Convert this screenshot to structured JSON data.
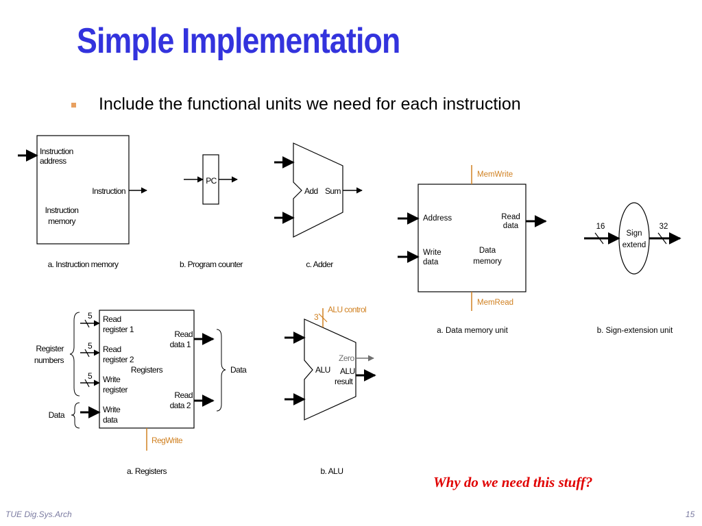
{
  "slide": {
    "title": "Simple Implementation",
    "bullet": "Include the functional units we need for each instruction",
    "question": "Why do we need this stuff?",
    "footer_left": "TUE Dig.Sys.Arch",
    "page_number": "15"
  },
  "colors": {
    "title": "#3333dd",
    "bullet_marker": "#e8a060",
    "control_signal": "#d08020",
    "question": "#e00000",
    "footer": "#7a7aa0",
    "zero_signal": "#707070"
  },
  "diagram": {
    "instruction_memory": {
      "input_label_1": "Instruction",
      "input_label_2": "address",
      "output_label": "Instruction",
      "name_1": "Instruction",
      "name_2": "memory",
      "caption": "a. Instruction memory"
    },
    "program_counter": {
      "label": "PC",
      "caption": "b. Program counter"
    },
    "adder": {
      "add_label": "Add",
      "sum_label": "Sum",
      "caption": "c. Adder"
    },
    "data_memory": {
      "write_signal": "MemWrite",
      "read_signal": "MemRead",
      "address_label": "Address",
      "read_data_1": "Read",
      "read_data_2": "data",
      "write_data_1": "Write",
      "write_data_2": "data",
      "name_1": "Data",
      "name_2": "memory",
      "caption": "a. Data memory unit"
    },
    "sign_extend": {
      "input_bits": "16",
      "output_bits": "32",
      "name_1": "Sign",
      "name_2": "extend",
      "caption": "b. Sign-extension unit"
    },
    "registers": {
      "read_reg1_1": "Read",
      "read_reg1_2": "register 1",
      "read_reg2_1": "Read",
      "read_reg2_2": "register 2",
      "write_reg_1": "Write",
      "write_reg_2": "register",
      "write_data_1": "Write",
      "write_data_2": "data",
      "read_data1_1": "Read",
      "read_data1_2": "data 1",
      "read_data2_1": "Read",
      "read_data2_2": "data 2",
      "name": "Registers",
      "bus_width": "5",
      "group_register_numbers_1": "Register",
      "group_register_numbers_2": "numbers",
      "group_data_in": "Data",
      "group_data_out": "Data",
      "write_signal": "RegWrite",
      "caption": "a. Registers"
    },
    "alu": {
      "control_label": "ALU control",
      "control_bits": "3",
      "name": "ALU",
      "zero_label": "Zero",
      "result_1": "ALU",
      "result_2": "result",
      "caption": "b. ALU"
    }
  }
}
